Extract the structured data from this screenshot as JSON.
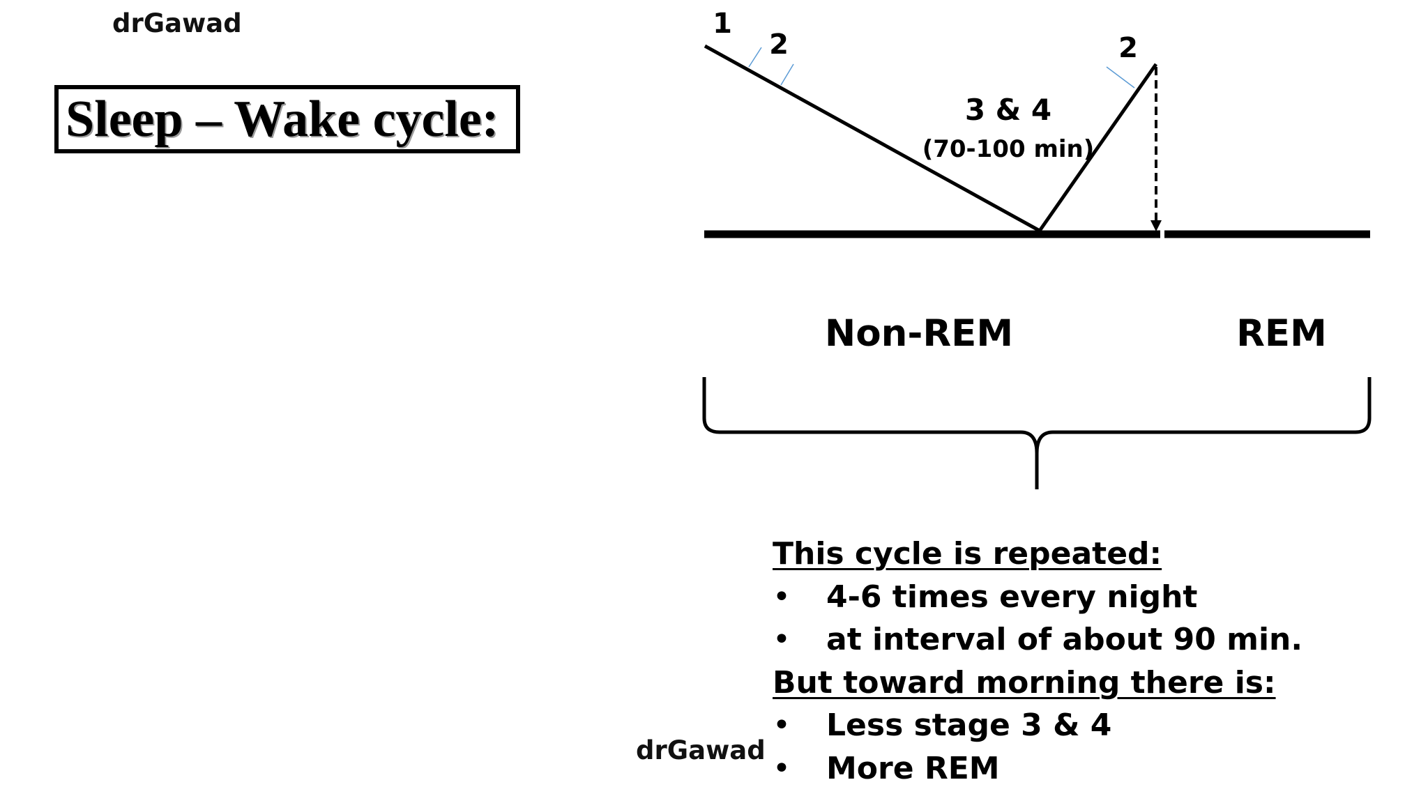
{
  "watermark": {
    "top": "drGawad",
    "bottom": "drGawad"
  },
  "title": "Sleep – Wake cycle:",
  "diagram": {
    "stage_labels": {
      "start_1": "1",
      "start_2": "2",
      "end_2": "2",
      "deep": "3 & 4",
      "deep_duration": "(70-100 min)"
    },
    "phases": {
      "non_rem": "Non-REM",
      "rem": "REM"
    },
    "colors": {
      "line": "#000000",
      "stage_tick": "#5b9bd5"
    }
  },
  "notes": {
    "heading_1": "This cycle is repeated:",
    "items_1": [
      "4-6 times every night",
      "at interval of about 90 min."
    ],
    "heading_2": "But toward morning there is:",
    "items_2": [
      "Less stage 3 & 4",
      "More REM"
    ],
    "bullet": "•"
  }
}
